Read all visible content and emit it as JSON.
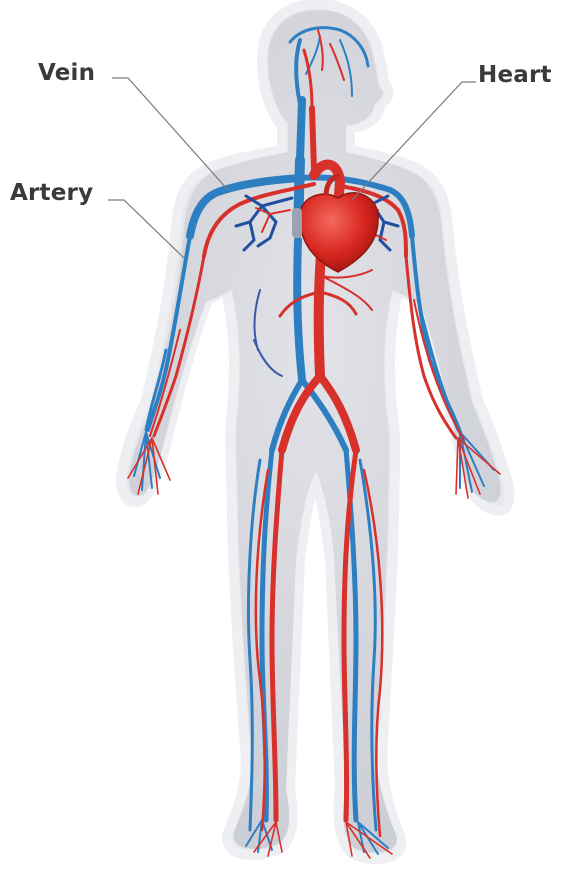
{
  "labels": {
    "vein": "Vein",
    "artery": "Artery",
    "heart": "Heart"
  },
  "colors": {
    "artery": "#d8312b",
    "vein": "#2e7fc1",
    "vein_deep": "#3a58a8",
    "body_fill": "#d3d5dc",
    "body_outline": "#e9eaee",
    "heart": "#d7261f",
    "leader": "#7a7a7a"
  }
}
